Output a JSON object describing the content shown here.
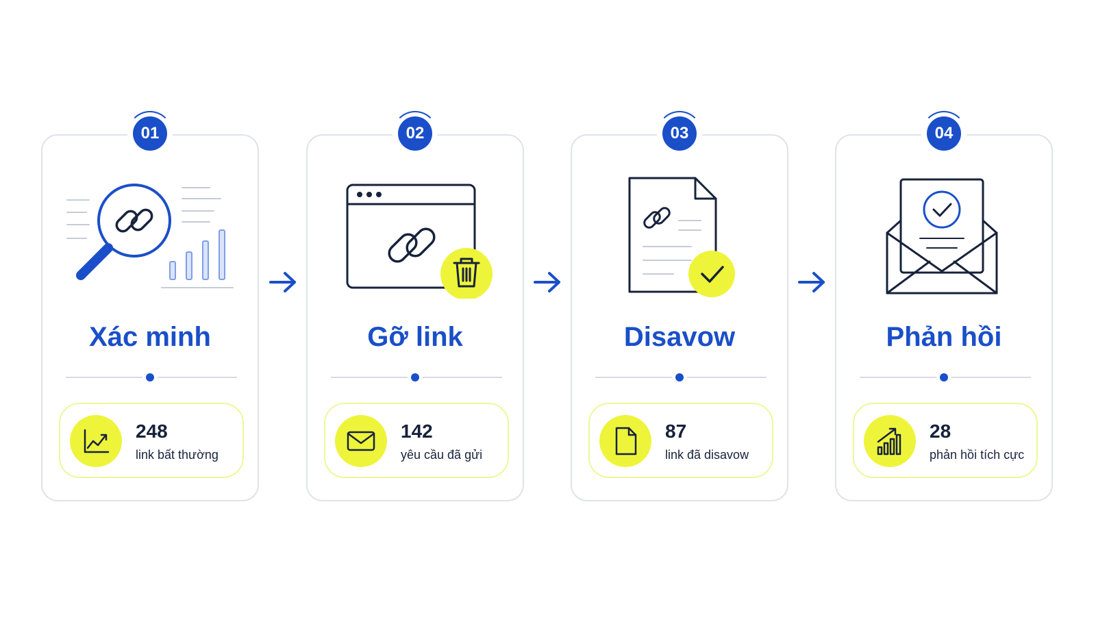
{
  "steps": [
    {
      "number": "01",
      "title": "Xác minh",
      "stat_value": "248",
      "stat_label": "link bất thường",
      "illustration_icon": "magnifier-link-chart-icon",
      "stat_icon": "trend-chart-icon"
    },
    {
      "number": "02",
      "title": "Gỡ link",
      "stat_value": "142",
      "stat_label": "yêu cầu đã gửi",
      "illustration_icon": "browser-link-trash-icon",
      "stat_icon": "envelope-icon"
    },
    {
      "number": "03",
      "title": "Disavow",
      "stat_value": "87",
      "stat_label": "link đã disavow",
      "illustration_icon": "document-link-check-icon",
      "stat_icon": "document-icon"
    },
    {
      "number": "04",
      "title": "Phản hồi",
      "stat_value": "28",
      "stat_label": "phản hồi tích cực",
      "illustration_icon": "envelope-check-letter-icon",
      "stat_icon": "growth-bars-icon"
    }
  ],
  "colors": {
    "primary": "#1a4fc9",
    "accent": "#eef43a",
    "ink": "#17223b",
    "border": "#dfe3ea"
  }
}
